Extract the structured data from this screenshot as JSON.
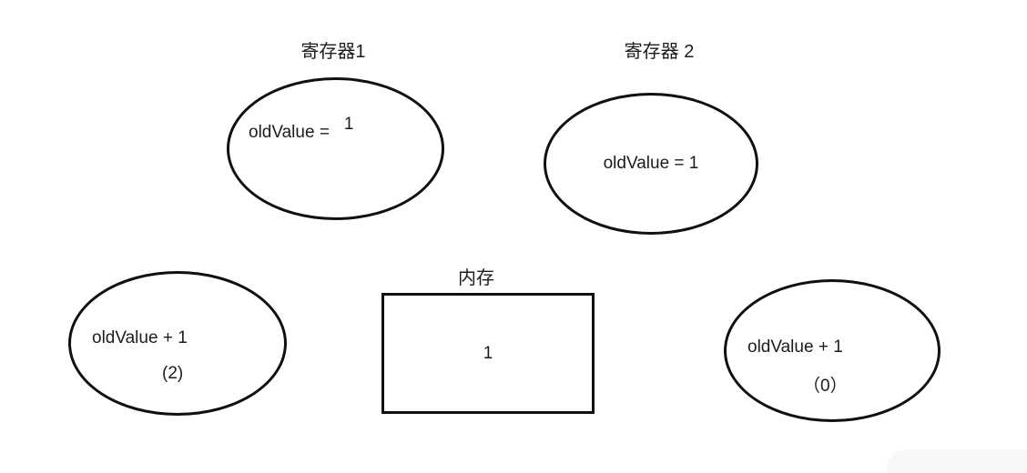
{
  "colors": {
    "stroke": "#101010",
    "text": "#1c1c1c",
    "background": "#ffffff"
  },
  "register1": {
    "title": "寄存器1",
    "value_prefix": "oldValue =",
    "value_number": "1"
  },
  "register2": {
    "title": "寄存器 2",
    "value": "oldValue = 1"
  },
  "memory": {
    "title": "内存",
    "value": "1"
  },
  "result_left": {
    "expression": "oldValue + 1",
    "result": "(2)"
  },
  "result_right": {
    "expression": "oldValue + 1",
    "result": "（0）"
  }
}
